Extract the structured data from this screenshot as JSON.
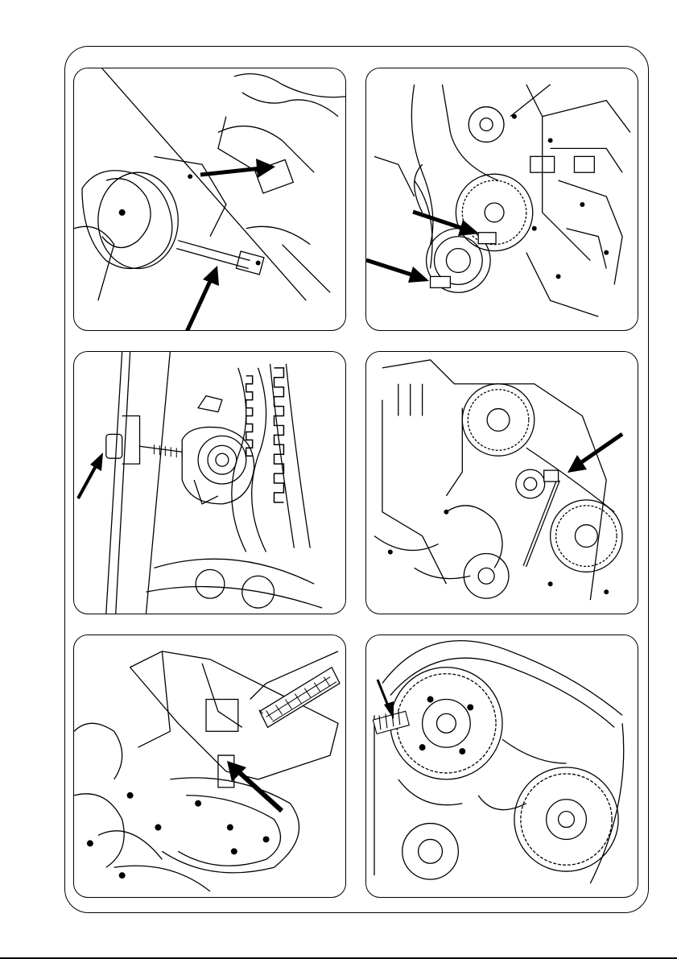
{
  "document": {
    "title": "",
    "description_visible": false
  },
  "illustrations": [
    {
      "id": "crankshaft-locking-pin",
      "icon": "crankshaft-pin-icon"
    },
    {
      "id": "engine-front-timing-pins",
      "icon": "engine-front-icon"
    },
    {
      "id": "belt-tensioner-bolt",
      "icon": "tensioner-icon"
    },
    {
      "id": "tensioner-adjust-wrench",
      "icon": "wrench-icon"
    },
    {
      "id": "flywheel-locking-tool",
      "icon": "flywheel-icon"
    },
    {
      "id": "camshaft-sprocket-pin",
      "icon": "sprocket-pin-icon"
    }
  ],
  "colors": {
    "ink": "#000000",
    "paper": "#ffffff",
    "hatch": "#333333"
  }
}
